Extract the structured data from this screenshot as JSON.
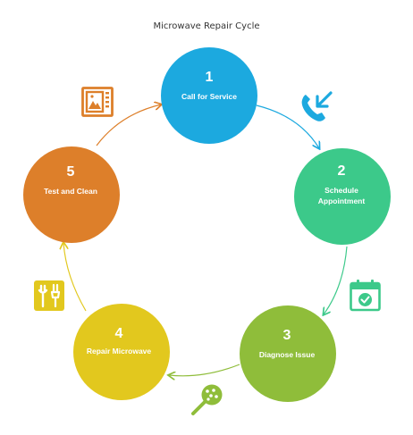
{
  "title": "Microwave Repair Cycle",
  "colors": {
    "blue": "#1ca9df",
    "green": "#3cc98a",
    "lime": "#8fbd3a",
    "yellow": "#e2c81e",
    "orange": "#dd7f2a"
  },
  "steps": [
    {
      "number": "1",
      "label_lines": [
        "Call for Service"
      ],
      "color": "#1ca9df",
      "icon": "phone-incoming-icon"
    },
    {
      "number": "2",
      "label_lines": [
        "Schedule",
        "Appointment"
      ],
      "color": "#3cc98a",
      "icon": "calendar-check-icon"
    },
    {
      "number": "3",
      "label_lines": [
        "Diagnose Issue"
      ],
      "color": "#8fbd3a",
      "icon": "magnifier-dots-icon"
    },
    {
      "number": "4",
      "label_lines": [
        "Repair Microwave"
      ],
      "color": "#e2c81e",
      "icon": "tools-icon"
    },
    {
      "number": "5",
      "label_lines": [
        "Test and Clean"
      ],
      "color": "#dd7f2a",
      "icon": "microwave-icon"
    }
  ]
}
